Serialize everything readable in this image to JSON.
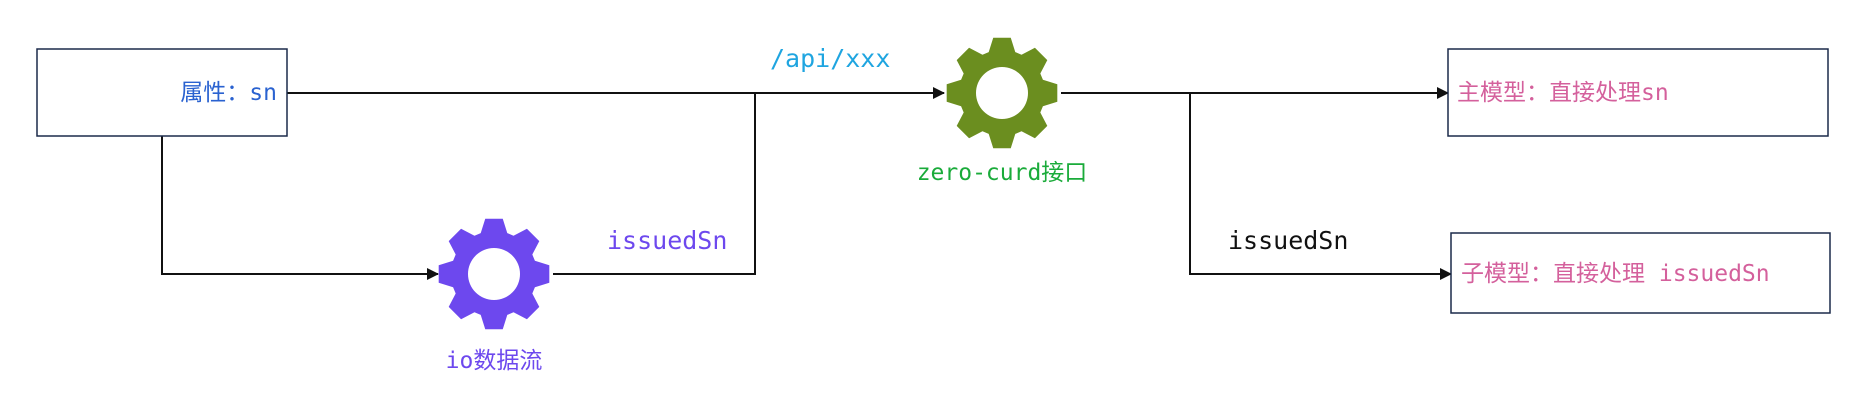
{
  "nodes": {
    "source": {
      "label": "属性：sn",
      "color": "#2a62d0"
    },
    "main_model": {
      "label": "主模型：直接处理sn",
      "color": "#d4609c"
    },
    "sub_model": {
      "label": "子模型：直接处理 issuedSn",
      "color": "#d4609c"
    }
  },
  "gears": {
    "io": {
      "label": "io数据流",
      "color": "#6d48ee",
      "label_color": "#6d48ee",
      "icon": "gear-icon"
    },
    "api": {
      "label": "zero-curd接口",
      "color": "#6b8e1f",
      "label_color": "#1aab3a",
      "icon": "gear-icon"
    }
  },
  "edge_labels": {
    "api_path": {
      "text": "/api/xxx",
      "color": "#1fa5e0"
    },
    "io_output": {
      "text": "issuedSn",
      "color": "#6d48ee"
    },
    "sub_branch": {
      "text": "issuedSn",
      "color": "#111111"
    }
  },
  "colors": {
    "line": "#111111",
    "box_border": "#1b2a4a"
  }
}
